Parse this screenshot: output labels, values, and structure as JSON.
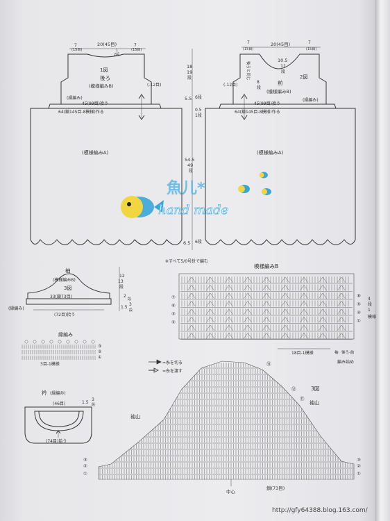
{
  "colors": {
    "line": "#333333",
    "page": "#ececef",
    "fish_yellow": "#f2d640",
    "fish_blue": "#3aa6d6",
    "wm_blue": "#59b7e8"
  },
  "fig1": {
    "back": {
      "title": "1図",
      "name": "後ろ",
      "pattern": "(模様編みB)",
      "decrease": "(-12目)",
      "edge": "(縁編み)",
      "top_left": "7",
      "top_left_sub": "(15目)",
      "top_mid": "20(45目)",
      "top_right": "7",
      "top_right_sub": "(15目)",
      "neck": "2段",
      "neck2": "1"
    },
    "center": {
      "h1": "18",
      "h2": "19",
      "h3": "段",
      "d1": "5.5",
      "d2": "6段",
      "d3": "0.5",
      "d4": "1段",
      "b1": "54.5",
      "b2": "49",
      "b3": "段",
      "c1": "6.5",
      "c2": "6段"
    },
    "skirt_left": {
      "width": "45(99目)拾う",
      "chain": "64(鎖145目-8模様)作る",
      "pattern": "(模様編みA)"
    },
    "front": {
      "name": "前",
      "pattern": "(模様編みB)",
      "fig": "2図",
      "decrease": "(-12目)",
      "edge": "(縁編み)",
      "neck_a": "10.5",
      "neck_b": "11",
      "neck_c": "段",
      "side_a": "後ろと同じ",
      "side_b": "8",
      "side_c": "段",
      "top_left": "7",
      "top_left_sub": "(15目)",
      "top_mid": "20(45目)",
      "top_right": "7",
      "top_right_sub": "(15目)"
    },
    "skirt_right": {
      "width": "45(99目)拾う",
      "chain": "64(鎖145目-8模様)作る",
      "pattern": "(模様編みA)"
    },
    "note": "※すべて5/0号針で編む"
  },
  "sleeve": {
    "title": "袖",
    "pattern": "(模様編みB)",
    "fig": "3図",
    "width": "33(鎖73目)",
    "edge": "(縁編み)",
    "pick": "(72目)拾う",
    "h1": "12",
    "h2": "13",
    "h3": "段",
    "e1": "2",
    "e2": "段",
    "f1": "1.5",
    "f2": "3",
    "f3": "段"
  },
  "edging": {
    "title": "縁編み",
    "rows": [
      "③",
      "②",
      "①"
    ],
    "repeat": "3目-1模様"
  },
  "collar": {
    "title": "衿",
    "sub": "(縁編み)",
    "top": "(46目)",
    "rows_a": "1.5",
    "rows_b": "3",
    "rows_c": "段",
    "pick": "(74目)拾う"
  },
  "patternB": {
    "title": "模様編みB",
    "rows_r": [
      "⑧",
      "⑤",
      "④",
      "①"
    ],
    "side_a": "4",
    "side_b": "段",
    "side_c": "1",
    "side_d": "模様",
    "rows_l": [
      "⑦",
      "⑥",
      "③",
      "②"
    ],
    "bottom_rep": "18目-1模様",
    "bottom_mark": "袖",
    "bottom_mark2": "後ろ·前",
    "start": "編み始め"
  },
  "legend": {
    "cut": "=糸を切る",
    "join": "=糸を渡す"
  },
  "fig3": {
    "fig": "3図",
    "cap": "袖山",
    "cap_r": "袖山",
    "rows_top": "⑬",
    "row_r": "⑫",
    "row_r2": "⑪",
    "rows_l": [
      "③",
      "②",
      "①"
    ],
    "rows_r": [
      "③",
      "②",
      "①"
    ],
    "center": "中心",
    "chain": "鎖(73目)"
  },
  "watermark": {
    "main": "魚儿*",
    "sub": "hand made"
  },
  "footer": "http://gfy64388.blog.163.com/"
}
